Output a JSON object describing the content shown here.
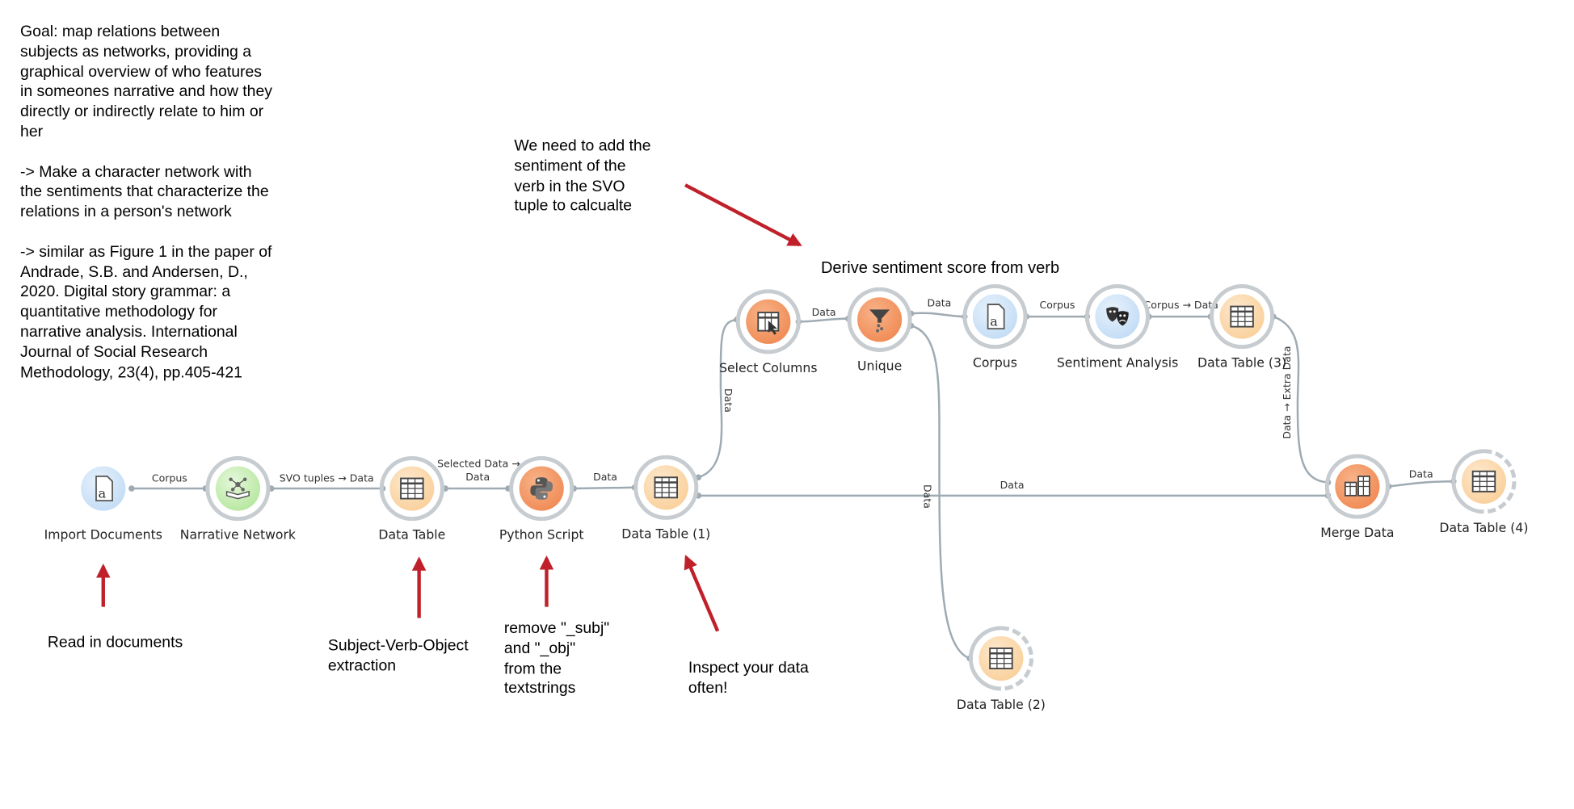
{
  "notes": {
    "goal": "Goal: map relations between\nsubjects as networks, providing a\ngraphical overview of who features\nin someones narrative and how they\ndirectly or indirectly relate to him or\nher\n\n-> Make a character network with\nthe sentiments that characterize the\nrelations in a person's network\n\n-> similar as Figure 1 in the paper of\nAndrade, S.B. and Andersen, D.,\n2020. Digital story grammar: a\nquantitative methodology for\nnarrative analysis. International\nJournal of Social Research\nMethodology, 23(4), pp.405-421",
    "sentiment_need": "We need to add the\nsentiment of the\nverb in the SVO\ntuple to calcualte",
    "derive_title": "Derive sentiment score from verb",
    "read_docs": "Read in documents",
    "svo": "Subject-Verb-Object\nextraction",
    "remove": "remove \"_subj\"\nand \"_obj\"\nfrom the\ntextstrings",
    "inspect": "Inspect your data\noften!"
  },
  "widgets": {
    "import_documents": {
      "label": "Import Documents",
      "icon": "document-icon",
      "color": "#b8d6f3"
    },
    "narrative_network": {
      "label": "Narrative Network",
      "icon": "network-book-icon",
      "color": "#a9e28e"
    },
    "data_table": {
      "label": "Data Table",
      "icon": "table-icon",
      "color": "#f8c98c"
    },
    "python_script": {
      "label": "Python Script",
      "icon": "python-icon",
      "color": "#ee7f45"
    },
    "data_table_1": {
      "label": "Data Table (1)",
      "icon": "table-icon",
      "color": "#f8c98c"
    },
    "select_columns": {
      "label": "Select Columns",
      "icon": "select-columns-icon",
      "color": "#ee7f45"
    },
    "unique": {
      "label": "Unique",
      "icon": "funnel-icon",
      "color": "#ee7f45"
    },
    "corpus": {
      "label": "Corpus",
      "icon": "document-icon",
      "color": "#b8d6f3"
    },
    "sentiment_analysis": {
      "label": "Sentiment Analysis",
      "icon": "theater-masks-icon",
      "color": "#b8d6f3"
    },
    "data_table_3": {
      "label": "Data Table (3)",
      "icon": "table-icon",
      "color": "#f8c98c"
    },
    "merge_data": {
      "label": "Merge Data",
      "icon": "merge-icon",
      "color": "#ee7f45"
    },
    "data_table_4": {
      "label": "Data Table (4)",
      "icon": "table-icon",
      "color": "#f8c98c"
    },
    "data_table_2": {
      "label": "Data Table (2)",
      "icon": "table-icon",
      "color": "#f8c98c"
    }
  },
  "links": {
    "corpus_1": "Corpus",
    "svo_data": "SVO tuples → Data",
    "selected_data": "Selected Data →",
    "data_1": "Data",
    "data_2": "Data",
    "data_sc": "Data",
    "data_sc_unique": "Data",
    "data_unique_corpus": "Data",
    "corpus_2": "Corpus",
    "corpus_data": "Corpus → Data",
    "data_extra": "Data → Extra Data",
    "data_main": "Data",
    "data_merge": "Data",
    "data_unique_dt2": "Data"
  },
  "colors": {
    "link": "#9aa6af",
    "annotation_arrow": "#c0202a"
  }
}
